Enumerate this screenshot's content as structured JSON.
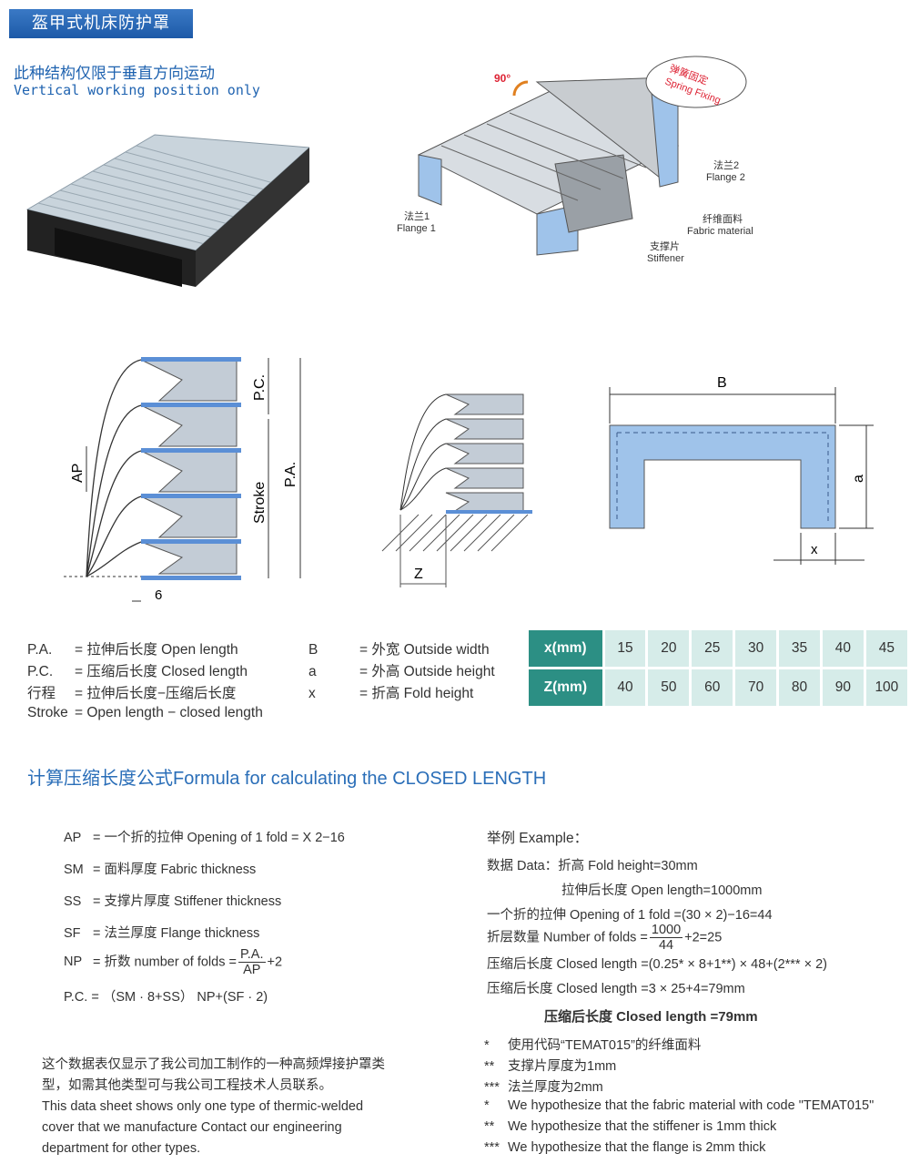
{
  "header": {
    "title": "盔甲式机床防护罩"
  },
  "intro": {
    "note_cn": "此种结构仅限于垂直方向运动",
    "note_en": "Vertical working position only"
  },
  "exploded": {
    "angle": "90°",
    "spring_cn": "弹簧固定",
    "spring_en": "Spring Fixing",
    "flange2_cn": "法兰2",
    "flange2_en": "Flange 2",
    "fabric_cn": "纤维面料",
    "fabric_en": "Fabric material",
    "stiffener_cn": "支撑片",
    "stiffener_en": "Stiffener",
    "flange1_cn": "法兰1",
    "flange1_en": "Flange 1"
  },
  "diagram": {
    "pc": "P.C.",
    "pa": "P.A.",
    "stroke": "Stroke",
    "ap": "AP",
    "six": "6",
    "z": "Z",
    "b": "B",
    "a": "a",
    "x": "x"
  },
  "legend": {
    "left": [
      {
        "key": "P.A.",
        "desc": "= 拉伸后长度 Open length"
      },
      {
        "key": "P.C.",
        "desc": "= 压缩后长度 Closed length"
      },
      {
        "key": "行程",
        "desc": "= 拉伸后长度−压缩后长度"
      },
      {
        "key": "Stroke",
        "desc": "= Open length − closed length"
      }
    ],
    "mid": [
      {
        "key": "B",
        "desc": "= 外宽 Outside width"
      },
      {
        "key": "a",
        "desc": "= 外高 Outside height"
      },
      {
        "key": "x",
        "desc": "= 折高 Fold height"
      }
    ]
  },
  "table": {
    "x_label": "x(mm)",
    "z_label": "Z(mm)",
    "x": [
      "15",
      "20",
      "25",
      "30",
      "35",
      "40",
      "45"
    ],
    "z": [
      "40",
      "50",
      "60",
      "70",
      "80",
      "90",
      "100"
    ]
  },
  "formula": {
    "title": "计算压缩长度公式Formula for calculating the CLOSED LENGTH",
    "rows": [
      {
        "key": "AP",
        "desc": "= 一个折的拉伸 Opening of 1 fold = X    2−16"
      },
      {
        "key": "SM",
        "desc": "= 面料厚度 Fabric thickness"
      },
      {
        "key": "SS",
        "desc": "= 支撑片厚度 Stiffener thickness"
      },
      {
        "key": "SF",
        "desc": "= 法兰厚度 Flange thickness"
      }
    ],
    "np_key": "NP",
    "np_desc": "= 折数 number of folds =",
    "np_num": "P.A.",
    "np_den": "AP",
    "np_tail": "+2",
    "pc_line": "P.C. = （SM · 8+SS）   NP+(SF · 2)"
  },
  "example": {
    "title": "举例 Example：",
    "data1": "数据 Data：折高 Fold height=30mm",
    "data2": "拉伸后长度 Open length=1000mm",
    "opening": "一个折的拉伸 Opening of 1 fold =(30 × 2)−16=44",
    "folds_pre": "折层数量 Number of folds =",
    "folds_num": "1000",
    "folds_den": "44",
    "folds_tail": "+2=25",
    "closed1": "压缩后长度 Closed length =(0.25* × 8+1**) × 48+(2*** × 2)",
    "closed2": "压缩后长度 Closed length =3 × 25+4=79mm",
    "result": "压缩后长度 Closed length =79mm",
    "notes": [
      {
        "mark": "*",
        "text": "使用代码“TEMAT015”的纤维面料"
      },
      {
        "mark": "**",
        "text": "支撑片厚度为1mm"
      },
      {
        "mark": "***",
        "text": "法兰厚度为2mm"
      },
      {
        "mark": "*",
        "text": "We hypothesize that the fabric material with code \"TEMAT015\""
      },
      {
        "mark": "**",
        "text": "We hypothesize that the stiffener is 1mm thick"
      },
      {
        "mark": "***",
        "text": "We hypothesize that the flange is 2mm thick"
      }
    ]
  },
  "disclaimer": {
    "cn1": "这个数据表仅显示了我公司加工制作的一种高频焊接护罩类",
    "cn2": "型，如需其他类型可与我公司工程技术人员联系。",
    "en1": "This data sheet shows only one type of thermic-welded",
    "en2": "cover that we manufacture Contact our engineering",
    "en3": "department for other types."
  },
  "colors": {
    "accent": "#1f63b0",
    "table_head": "#2c8f84",
    "table_cell": "#d6ece9",
    "flange": "#9fc3ea"
  }
}
